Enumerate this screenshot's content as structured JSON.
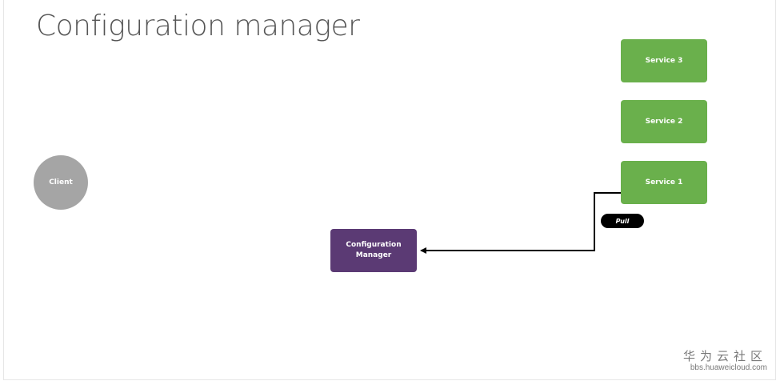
{
  "title": "Configuration manager",
  "nodes": {
    "client": "Client",
    "service_3": "Service 3",
    "service_2": "Service 2",
    "service_1": "Service 1",
    "config_manager_line1": "Configuration",
    "config_manager_line2": "Manager"
  },
  "edge_label": "Pull",
  "colors": {
    "client": "#a5a5a5",
    "service": "#6ab04c",
    "config_manager": "#5b3a74",
    "edge_label_bg": "#000000",
    "connector": "#000000"
  },
  "watermark": {
    "site_name": "华为云社区",
    "url": "bbs.huaweicloud.com"
  }
}
